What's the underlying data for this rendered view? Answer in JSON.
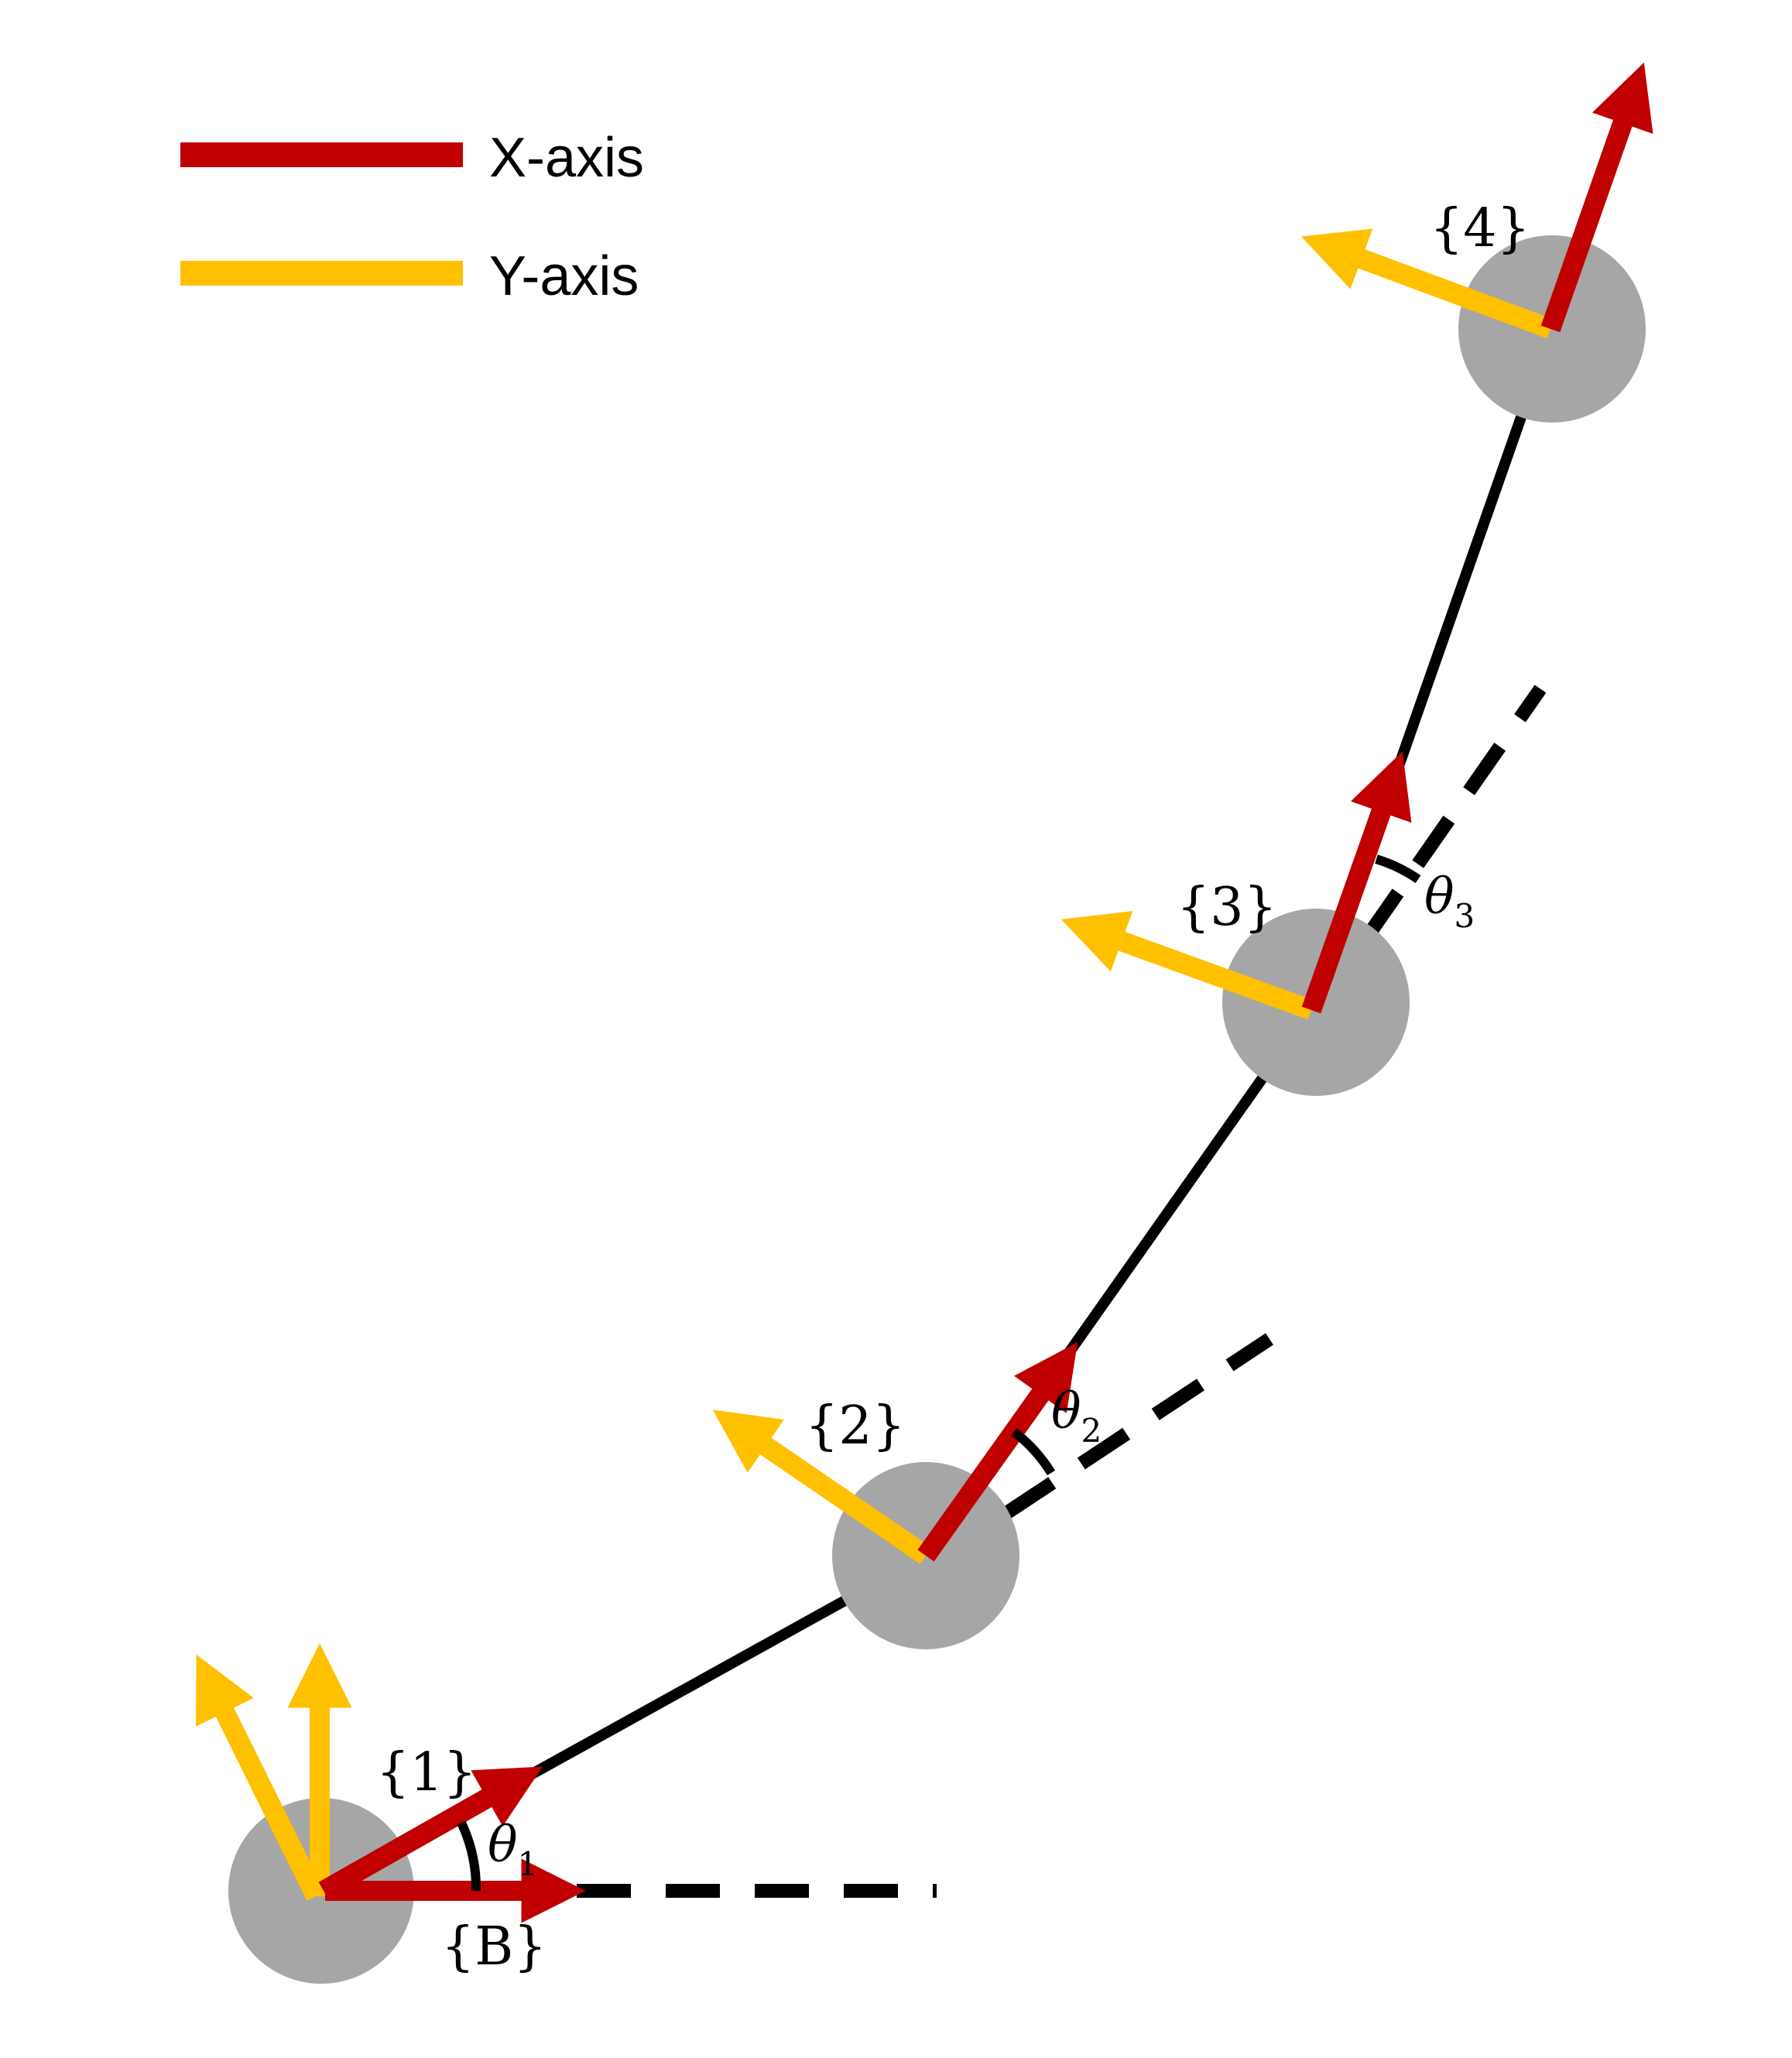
{
  "legend": {
    "x_axis": {
      "label": "X-axis",
      "color": "#C00000"
    },
    "y_axis": {
      "label": "Y-axis",
      "color": "#FFC000"
    }
  },
  "colors": {
    "link": "#000000",
    "joint": "#A6A6A6",
    "x_axis": "#C00000",
    "y_axis": "#FFC000",
    "reference": "#000000"
  },
  "frames": {
    "base": "{B}",
    "f1": "{1}",
    "f2": "{2}",
    "f3": "{3}",
    "f4": "{4}"
  },
  "angles": {
    "theta1": {
      "symbol": "θ",
      "subscript": "1"
    },
    "theta2": {
      "symbol": "θ",
      "subscript": "2"
    },
    "theta3": {
      "symbol": "θ",
      "subscript": "3"
    }
  }
}
